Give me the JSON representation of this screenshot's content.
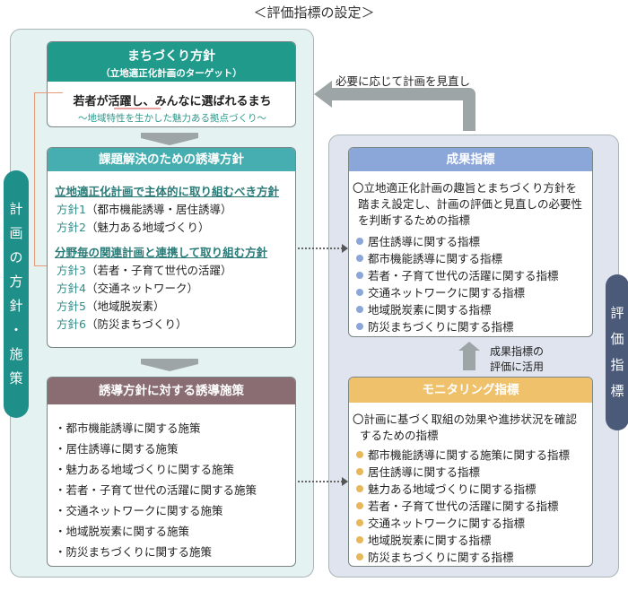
{
  "title": "＜評価指標の設定＞",
  "left_tab_chars": [
    "計",
    "画",
    "の",
    "方",
    "針",
    "・",
    "施",
    "策"
  ],
  "right_tab_chars": [
    "評",
    "価",
    "指",
    "標"
  ],
  "vision": {
    "title": "まちづくり方針",
    "subtitle": "（立地適正化計画のターゲット）",
    "main": "若者が活躍し、みんなに選ばれるまち",
    "sub": "～地域特性を生かした魅力ある拠点づくり～"
  },
  "guidance": {
    "title": "課題解決のための誘導方針",
    "section1": "立地適正化計画で主体的に取り組むべき方針",
    "items1": [
      {
        "id": "方針1",
        "text": "（都市機能誘導・居住誘導）"
      },
      {
        "id": "方針2",
        "text": "（魅力ある地域づくり）"
      }
    ],
    "section2": "分野毎の関連計画と連携して取り組む方針",
    "items2": [
      {
        "id": "方針3",
        "text": "（若者・子育て世代の活躍）"
      },
      {
        "id": "方針4",
        "text": "（交通ネットワーク）"
      },
      {
        "id": "方針5",
        "text": "（地域脱炭素）"
      },
      {
        "id": "方針6",
        "text": "（防災まちづくり）"
      }
    ]
  },
  "measures": {
    "title": "誘導方針に対する誘導施策",
    "items": [
      "・都市機能誘導に関する施策",
      "・居住誘導に関する施策",
      "・魅力ある地域づくりに関する施策",
      "・若者・子育て世代の活躍に関する施策",
      "・交通ネットワークに関する施策",
      "・地域脱炭素に関する施策",
      "・防災まちづくりに関する施策"
    ]
  },
  "review_note": "必要に応じて計画を見直し",
  "outcome": {
    "title": "成果指標",
    "desc": [
      "〇立地適正化計画の趣旨とまちづくり方針を",
      "踏まえ設定し、計画の評価と見直しの必要性",
      "を判断するための指標"
    ],
    "items": [
      "居住誘導に関する指標",
      "都市機能誘導に関する指標",
      "若者・子育て世代の活躍に関する指標",
      "交通ネットワークに関する指標",
      "地域脱炭素に関する指標",
      "防災まちづくりに関する指標"
    ]
  },
  "use_note": [
    "成果指標の",
    "評価に活用"
  ],
  "monitoring": {
    "title": "モニタリング指標",
    "desc": [
      "〇計画に基づく取組の効果や進捗状況を確認",
      "するための指標"
    ],
    "items": [
      "都市機能誘導に関する施策に関する指標",
      "居住誘導に関する指標",
      "魅力ある地域づくりに関する指標",
      "若者・子育て世代の活躍に関する指標",
      "交通ネットワークに関する指標",
      "地域脱炭素に関する指標",
      "防災まちづくりに関する指標"
    ]
  },
  "colors": {
    "vision_header": "#1f9a8b",
    "guidance_header": "#46aeb0",
    "measures_header": "#8a6d72",
    "outcome_header": "#8ba6d9",
    "monitoring_header": "#eec16a",
    "left_tab": "#1f8f8a",
    "right_tab": "#4a5a78"
  }
}
